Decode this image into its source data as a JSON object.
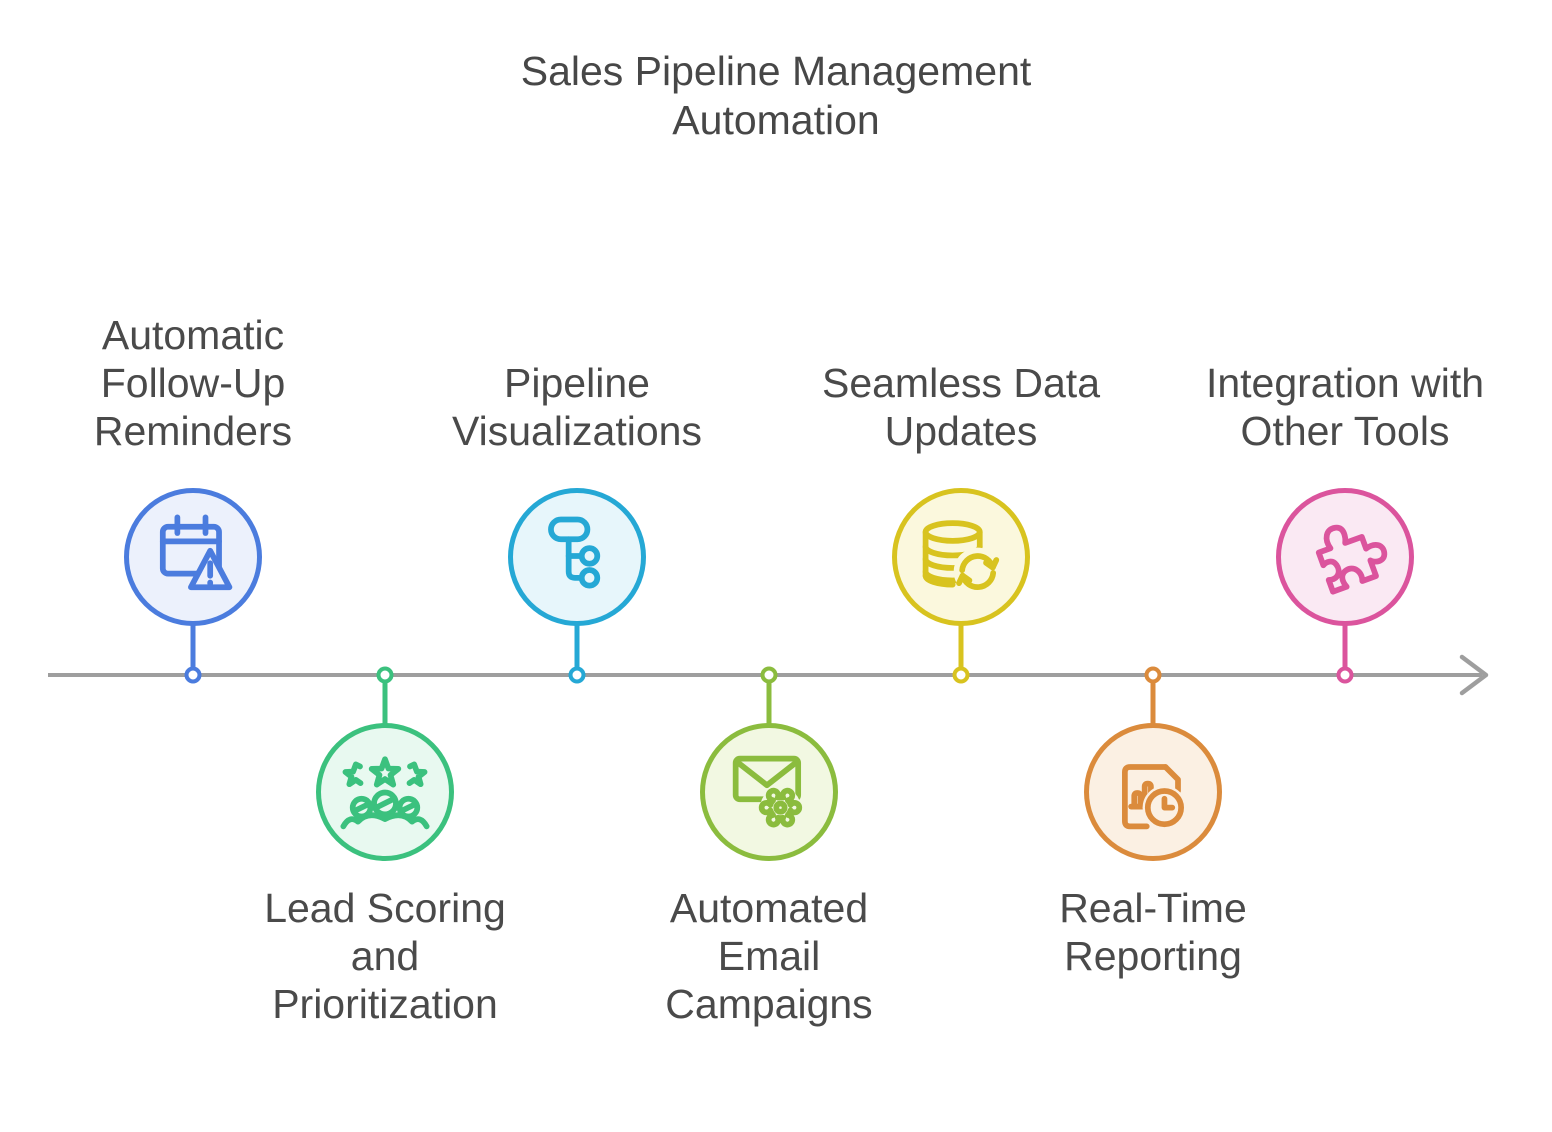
{
  "title": "Sales Pipeline Management\nAutomation",
  "timeline": {
    "axis_color": "#9E9E9E",
    "direction": "left-to-right"
  },
  "text_color": "#4A4A4A",
  "nodes": [
    {
      "label": "Automatic\nFollow-Up\nReminders",
      "icon": "calendar-alert",
      "color": "#4B7CDE",
      "fill": "#ECF1FC"
    },
    {
      "label": "Lead Scoring\nand\nPrioritization",
      "icon": "lead-scoring-stars-people",
      "color": "#3BC17E",
      "fill": "#E8F9F0"
    },
    {
      "label": "Pipeline\nVisualizations",
      "icon": "pipeline-flowchart",
      "color": "#25A8D5",
      "fill": "#E7F6FB"
    },
    {
      "label": "Automated\nEmail\nCampaigns",
      "icon": "email-gear",
      "color": "#8BBC3E",
      "fill": "#F2F8E2"
    },
    {
      "label": "Seamless Data\nUpdates",
      "icon": "database-sync",
      "color": "#D8C31F",
      "fill": "#FBF8DD"
    },
    {
      "label": "Real-Time\nReporting",
      "icon": "document-chart-clock",
      "color": "#DB8B3C",
      "fill": "#FBF0E3"
    },
    {
      "label": "Integration with\nOther Tools",
      "icon": "puzzle-piece",
      "color": "#DB549D",
      "fill": "#FAE9F3"
    }
  ]
}
